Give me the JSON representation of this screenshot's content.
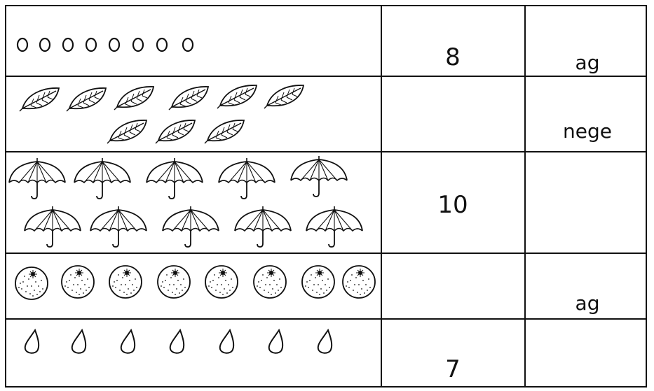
{
  "rows": [
    {
      "picture": "circle",
      "count": 8,
      "number": "8",
      "word": "ag"
    },
    {
      "picture": "leaf",
      "count": 9,
      "number": "",
      "word": "nege"
    },
    {
      "picture": "umbrella",
      "count": 10,
      "number": "10",
      "word": ""
    },
    {
      "picture": "orange",
      "count": 8,
      "number": "",
      "word": "ag"
    },
    {
      "picture": "drop",
      "count": 7,
      "number": "7",
      "word": ""
    }
  ],
  "colors": {
    "ink": "#111111",
    "paper": "#ffffff"
  }
}
